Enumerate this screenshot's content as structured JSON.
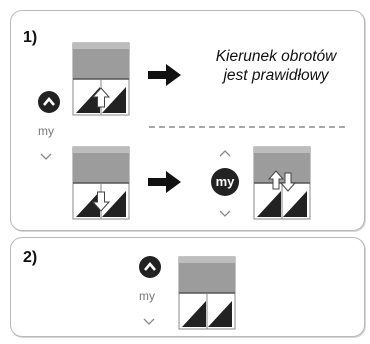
{
  "panel1": {
    "step_label": "1)",
    "control_my_label": "my",
    "message_line1": "Kierunek obrotów",
    "message_line2": "jest prawidłowy",
    "action_my_label": "my"
  },
  "panel2": {
    "step_label": "2)",
    "control_my_label": "my"
  },
  "icons": {
    "up": "chevron-up-icon",
    "down": "chevron-down-icon",
    "arrow": "arrow-right-icon"
  },
  "colors": {
    "blind": "#9c9c9c",
    "blind_top": "#bdbdbd",
    "frame": "#888888",
    "button": "#222222"
  }
}
